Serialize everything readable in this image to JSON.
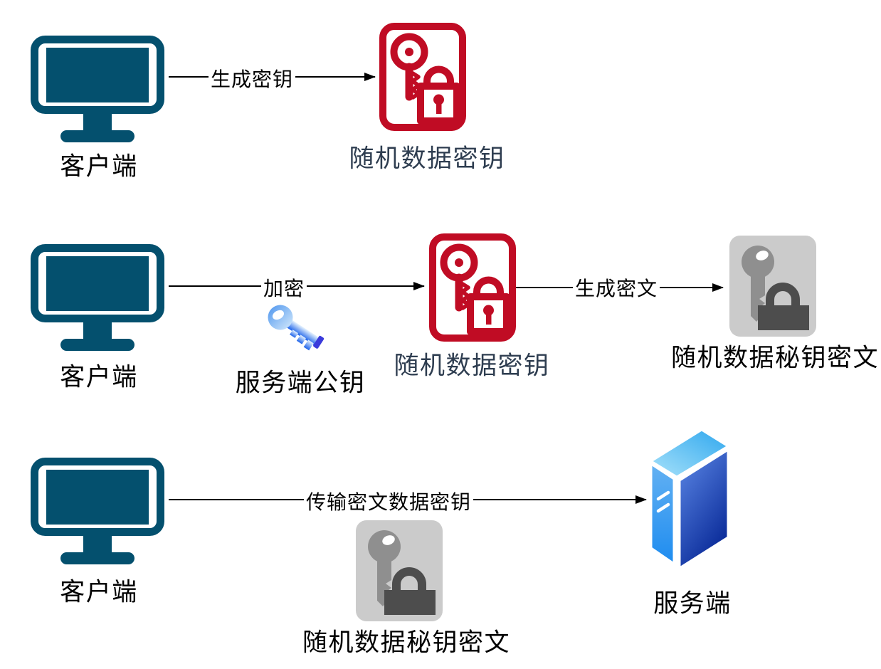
{
  "diagram": {
    "rows": [
      {
        "client_label": "客户端",
        "edge_label": "生成密钥",
        "random_key_label": "随机数据密钥"
      },
      {
        "client_label": "客户端",
        "edge_encrypt_label": "加密",
        "public_key_label": "服务端公钥",
        "random_key_label": "随机数据密钥",
        "edge_ciphertext_label": "生成密文",
        "ciphertext_label": "随机数据秘钥密文"
      },
      {
        "client_label": "客户端",
        "edge_label": "传输密文数据密钥",
        "ciphertext_label": "随机数据秘钥密文",
        "server_label": "服务端"
      }
    ],
    "colors": {
      "background": "#FFFFFF",
      "client_teal": "#04506E",
      "key_red": "#C00C24",
      "key_label_navy": "#2E3D50",
      "gray_panel": "#CBCBCB",
      "gray_key": "#8F8F8F",
      "gray_lock": "#4D4D4D",
      "arrow_black": "#000000",
      "server_blue_light": "#A8E2FA",
      "server_blue_dark": "#0A2B99",
      "public_key_blue_light": "#E8F4FE",
      "public_key_blue_dark": "#1E63EA"
    }
  }
}
